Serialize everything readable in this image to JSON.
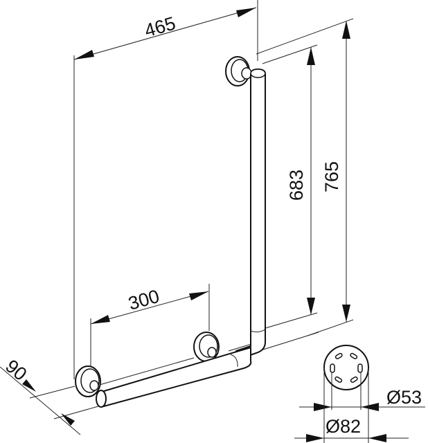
{
  "drawing": {
    "subject": "L-shaped grab bar technical drawing",
    "units": "mm",
    "colors": {
      "line": "#111111",
      "background": "#ffffff"
    }
  },
  "dimensions": {
    "overall_width": "465",
    "inner_height": "683",
    "overall_height": "765",
    "rose_spacing": "300",
    "wall_projection": "90",
    "tube_diameter": "Ø53",
    "rose_diameter": "Ø82"
  },
  "detail_view": {
    "name": "wall rose front view",
    "slot_count": 6
  }
}
